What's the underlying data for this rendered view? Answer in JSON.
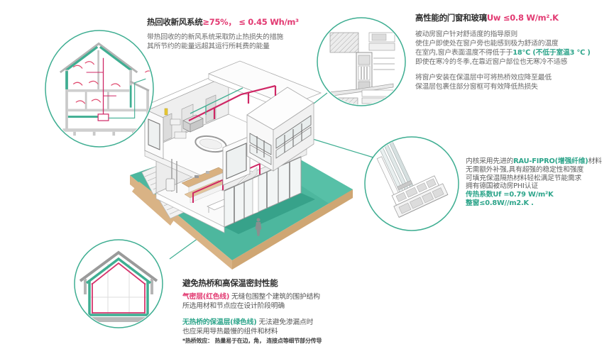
{
  "colors": {
    "teal": "#3fae92",
    "teal_text": "#2ea58b",
    "magenta": "#e23a72",
    "duct_red": "#cf2765",
    "ground": "#4db79e",
    "earth": "#d9b385",
    "gray_text": "#6a6a6a"
  },
  "callouts": {
    "ventilation": {
      "title_black": "热回收新风系统",
      "title_accent": "≥75%， ≤ 0.45 Wh/m³",
      "body1": "带热回收的的新风系统采取防止热损失的措施",
      "body2": "其所节约的能量远超其运行所耗费的能量"
    },
    "window": {
      "title_black": "高性能的门窗和玻璃",
      "title_accent": "Uw ≤0.8 W/m².K",
      "l1": "被动房窗户针对舒适度的指导原则",
      "l2": "使住户即使处在窗户旁也能感到极为舒适的温度",
      "l3a": "在室内,窗户表面温度不得低于于",
      "l3b": "18℃ (不低于室温3 ℃ )",
      "l4": "即使在寒冷的冬季,在靠近窗户部位也无寒冷不适感",
      "l5": "将窗户安装在保温层中可将热桥效应降至最低",
      "l6": "保温层包裹住部分窗框可有效降低热损失"
    },
    "profile": {
      "l1a": "内核采用先进的",
      "l1b": "RAU-FIPRO(增强纤维)",
      "l1c": "材料",
      "l2": "无需额外补强,具有超强的稳定性和强度",
      "l3": "可填充保温隔热材料轻松满足节能需求",
      "l4": "拥有德国被动房PHI认证",
      "l5": "传热系数Uf =0.79 W/m²K",
      "l6": "整窗≤0.8W//m2.K ."
    },
    "thermal": {
      "title": "避免热桥和高保温密封性能",
      "l1a": "气密层(红色线)",
      "l1b": " 无缝包围整个建筑的围护结构",
      "l2": "所选用材和节点应在设计阶段明确",
      "l3a": "无热桥的保温层(绿色线)",
      "l3b": " 无法避免渗漏点时",
      "l4": "也应采用导热最慢的组件和材料",
      "footnote": "*热桥效应： 热量易于在边，角， 连接点等细节部分传导"
    }
  }
}
